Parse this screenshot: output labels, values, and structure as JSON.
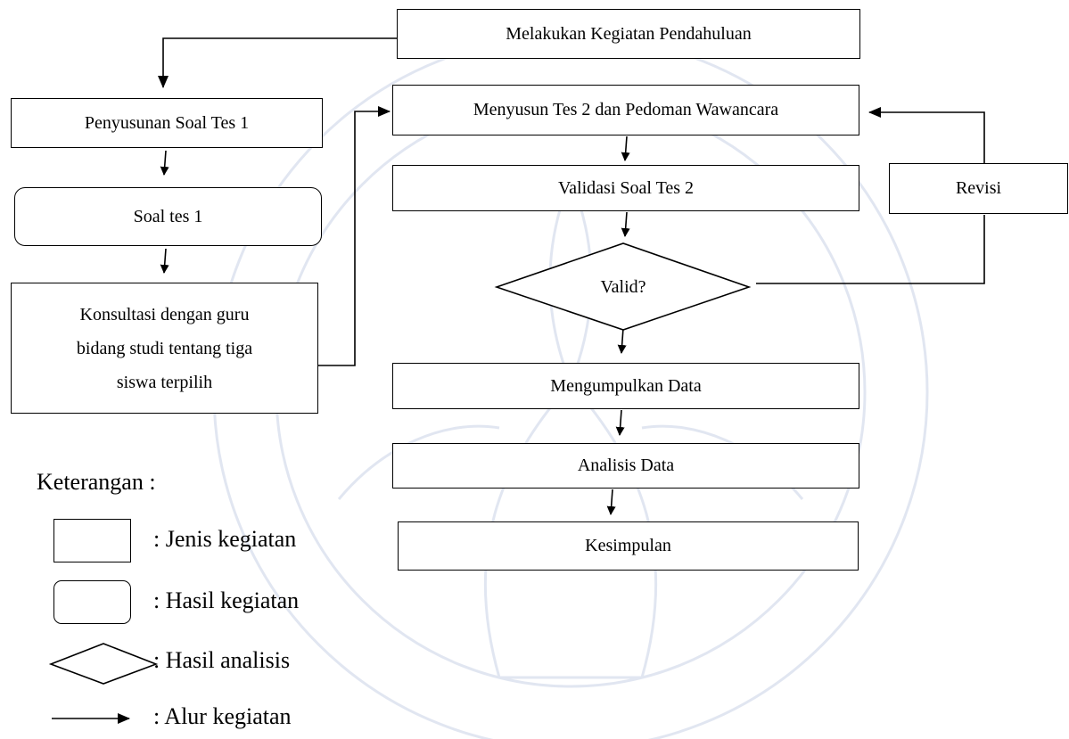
{
  "nodes": {
    "pendahuluan": "Melakukan Kegiatan Pendahuluan",
    "penyusunan_tes1": "Penyusunan Soal Tes 1",
    "soal_tes1": "Soal tes 1",
    "konsultasi": [
      "Konsultasi dengan guru",
      "bidang studi tentang tiga",
      "siswa terpilih"
    ],
    "menyusun_tes2": "Menyusun Tes 2 dan Pedoman Wawancara",
    "validasi": "Validasi Soal Tes 2",
    "revisi": "Revisi",
    "valid": "Valid?",
    "mengumpulkan": "Mengumpulkan Data",
    "analisis": "Analisis Data",
    "kesimpulan": "Kesimpulan"
  },
  "legend": {
    "title": "Keterangan :",
    "items": [
      {
        "shape": "rectangle",
        "label": ": Jenis kegiatan"
      },
      {
        "shape": "rounded-rectangle",
        "label": ": Hasil kegiatan"
      },
      {
        "shape": "diamond",
        "label": ": Hasil analisis"
      },
      {
        "shape": "arrow",
        "label": ": Alur kegiatan"
      }
    ]
  },
  "colors": {
    "line": "#000000",
    "watermark": "#c9d2e6"
  }
}
